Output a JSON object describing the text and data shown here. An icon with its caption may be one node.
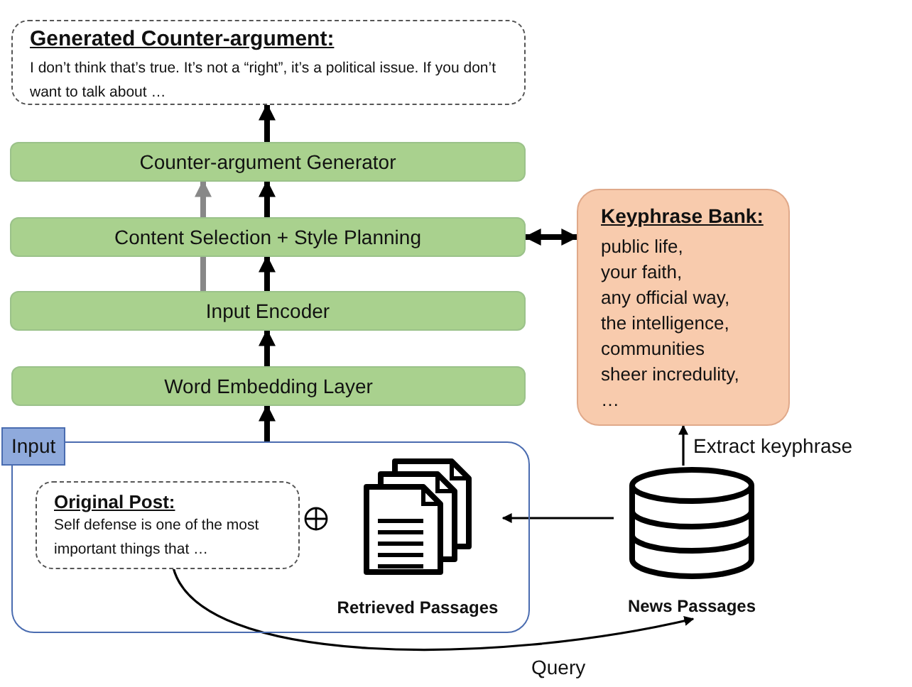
{
  "diagram": {
    "nodes": [
      {
        "text": [
          "Generated Counter-argument:",
          "I don’t think that’s true. It’s not a “right”, it’s a political issue. If you don’t want to talk about …"
        ]
      },
      {
        "text": [
          "Counter-argument Generator"
        ]
      },
      {
        "text": [
          "Content Selection + Style Planning"
        ]
      },
      {
        "text": [
          "Input Encoder"
        ]
      },
      {
        "text": [
          "Word Embedding Layer"
        ]
      },
      {
        "text": [
          "Keyphrase Bank:",
          "public life,",
          "your faith,",
          "any official way,",
          "the intelligence,",
          "communities",
          "sheer incredulity,",
          "…"
        ]
      },
      {
        "text": [
          "Input"
        ]
      },
      {
        "text": [
          "Original Post:",
          "Self defense is one of the most important things that …"
        ],
        "in": 6
      },
      {
        "text": [
          "Retrieved Passages"
        ],
        "in": 6
      },
      {
        "text": [
          "News Passages"
        ]
      }
    ],
    "edges": [
      {
        "from": 1,
        "to": 0,
        "arrow": "to"
      },
      {
        "from": 2,
        "to": 1,
        "arrow": "to"
      },
      {
        "from": 2,
        "to": 1,
        "arrow": "to",
        "color": "#888888"
      },
      {
        "from": 3,
        "to": 2,
        "arrow": "none",
        "color": "#888888"
      },
      {
        "from": 3,
        "to": 2,
        "arrow": "to"
      },
      {
        "from": 4,
        "to": 3,
        "arrow": "to"
      },
      {
        "from": 6,
        "to": 4,
        "arrow": "to"
      },
      {
        "from": 2,
        "to": 5,
        "arrow": "both"
      },
      {
        "from": 9,
        "to": 5,
        "arrow": "to",
        "label": "Extract keyphrase"
      },
      {
        "from": 9,
        "to": 8,
        "arrow": "to"
      },
      {
        "from": 7,
        "to": 9,
        "arrow": "to",
        "label": "Query"
      }
    ]
  }
}
